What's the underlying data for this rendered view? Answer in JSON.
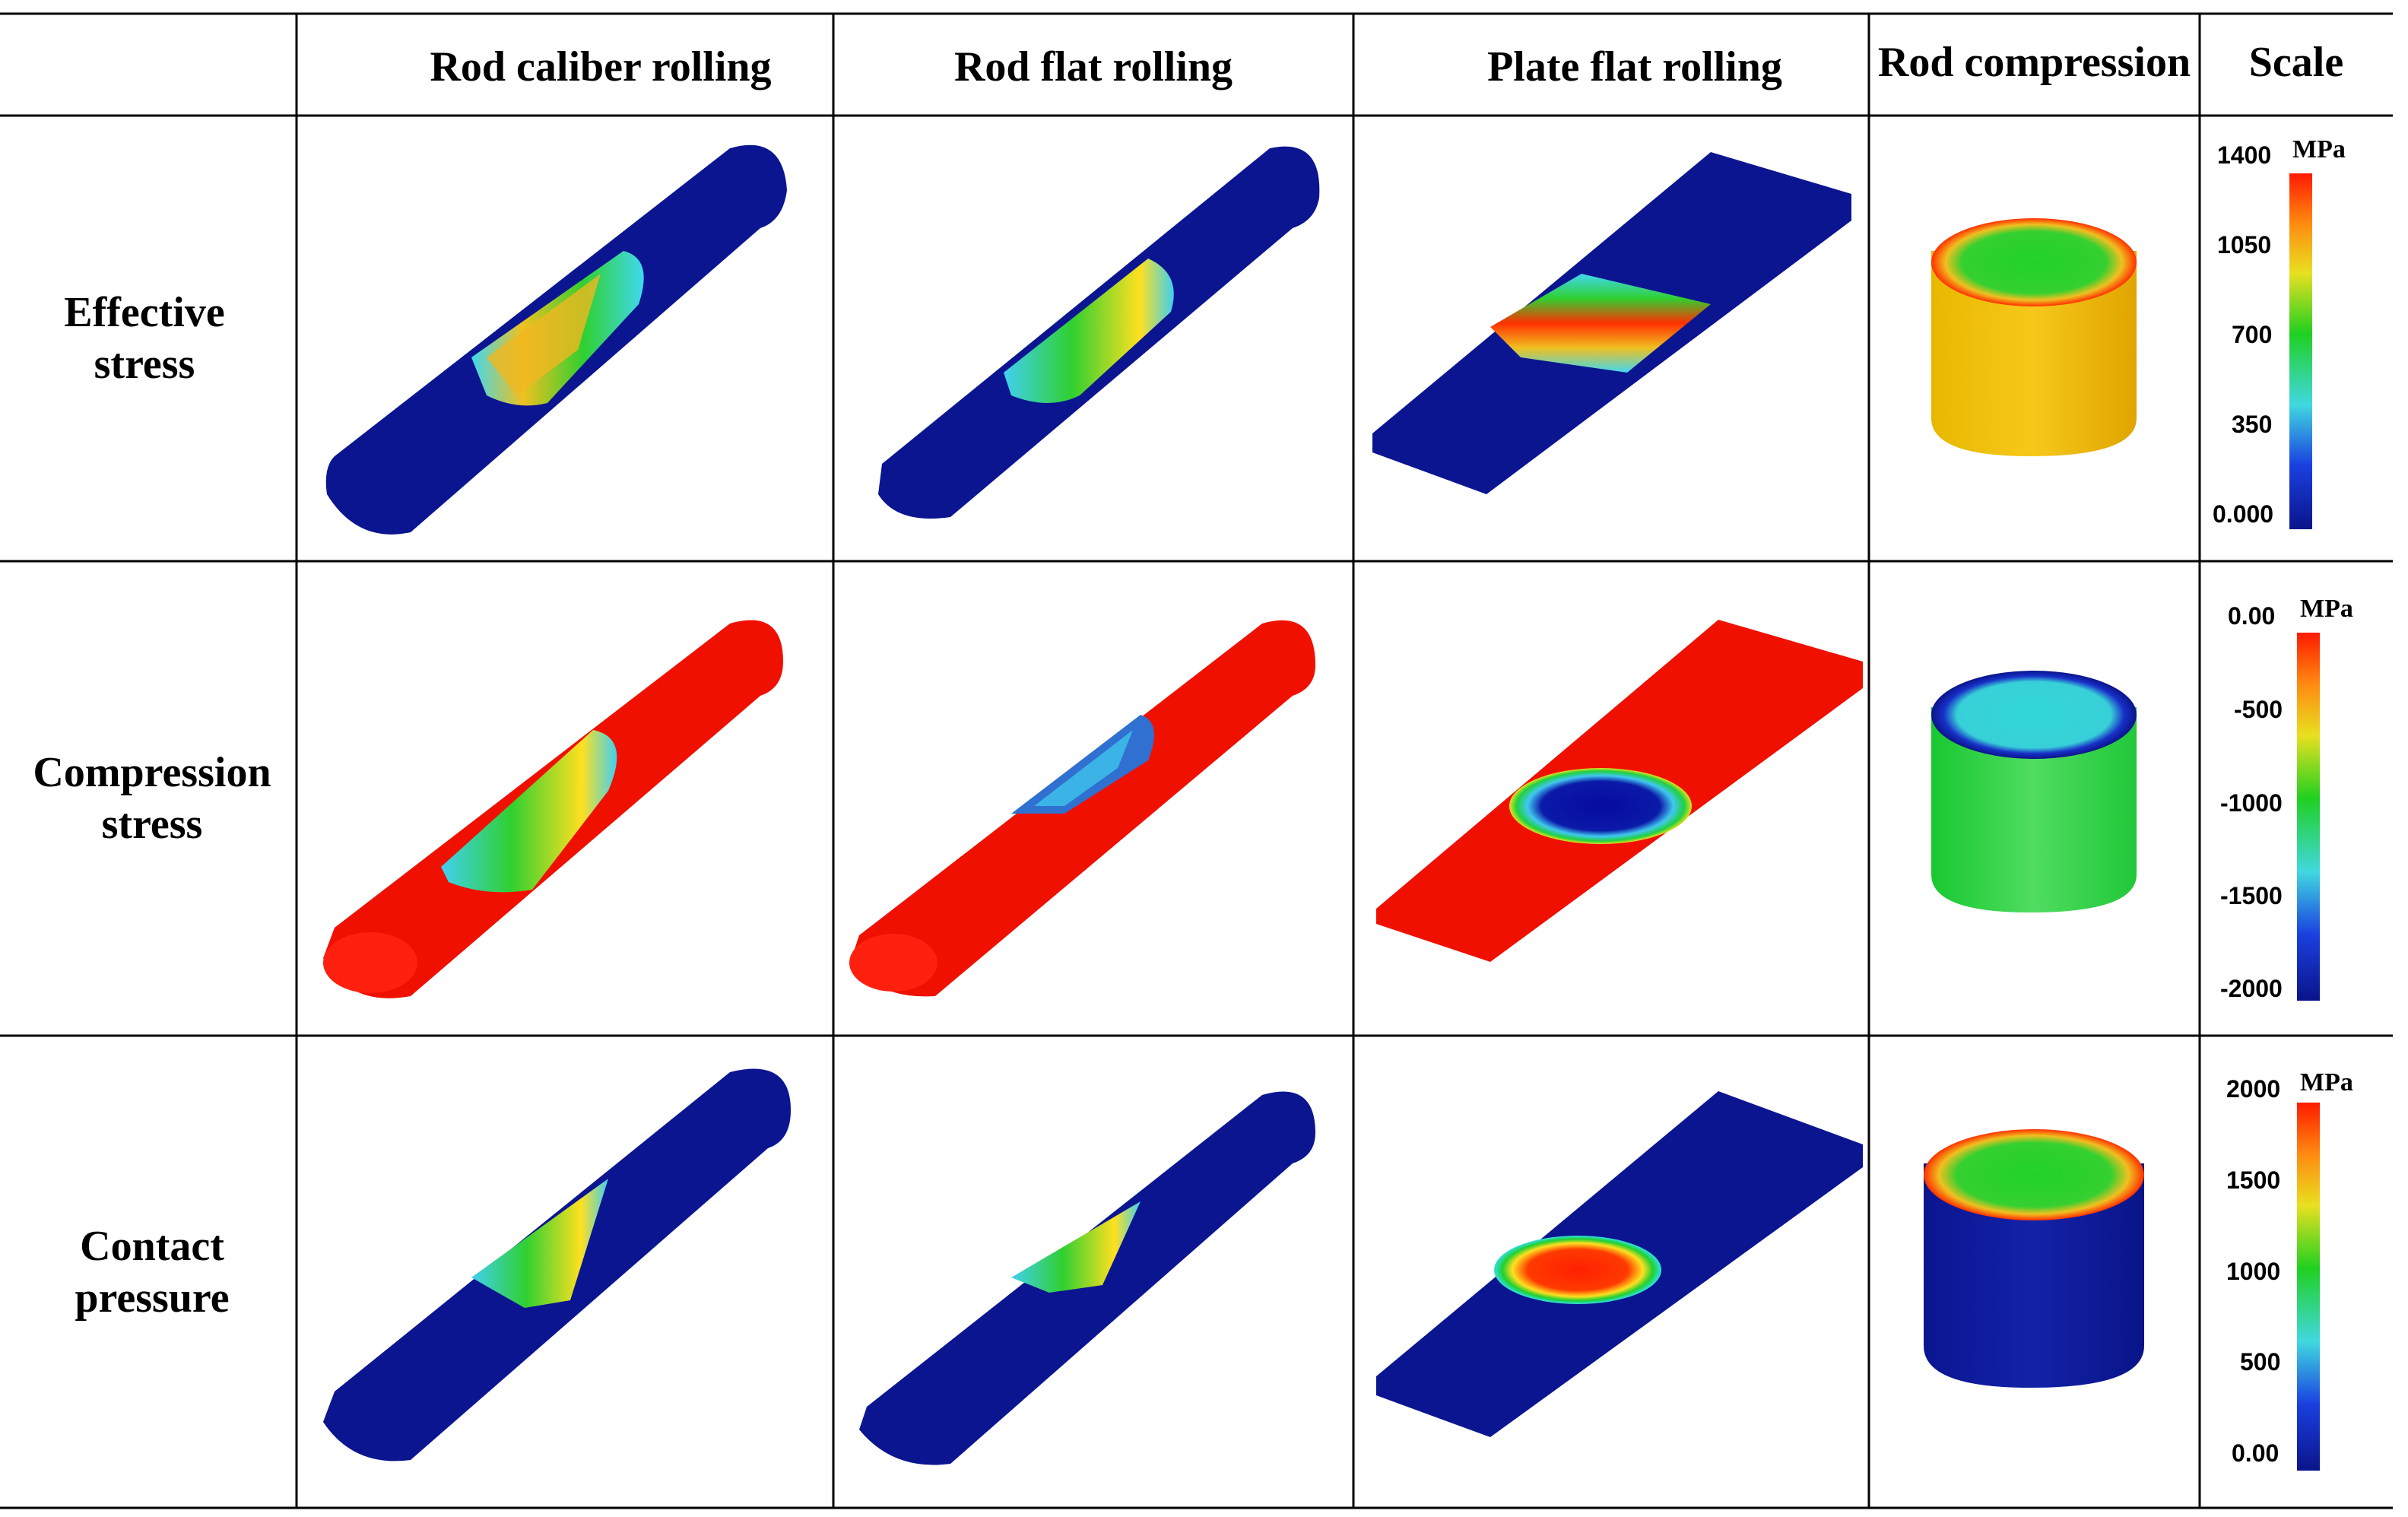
{
  "table": {
    "columns": [
      "",
      "Rod caliber rolling",
      "Rod flat rolling",
      "Plate flat rolling",
      "Rod compression",
      "Scale"
    ],
    "rows": [
      {
        "label_line1": "Effective",
        "label_line2": "stress",
        "scale": {
          "unit": "MPa",
          "ticks": [
            "1400",
            "1050",
            "700",
            "350",
            "0.000"
          ]
        }
      },
      {
        "label_line1": "Compression",
        "label_line2": "stress",
        "scale": {
          "unit": "MPa",
          "ticks": [
            "0.00",
            "-500",
            "-1000",
            "-1500",
            "-2000"
          ]
        }
      },
      {
        "label_line1": "Contact",
        "label_line2": "pressure",
        "scale": {
          "unit": "MPa",
          "ticks": [
            "2000",
            "1500",
            "1000",
            "500",
            "0.00"
          ]
        }
      }
    ]
  },
  "colors": {
    "low": "#0a1a8c",
    "high": "#ff1a00",
    "mid": "#1ed01e",
    "yellow": "#f5c21a",
    "cyan": "#3fd6d6"
  }
}
